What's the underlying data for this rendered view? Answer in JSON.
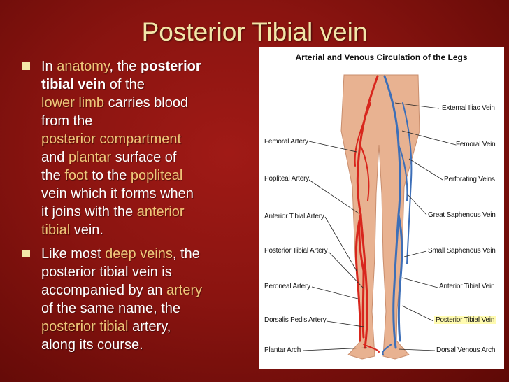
{
  "slide": {
    "title": "Posterior Tibial vein",
    "bullet1": {
      "t1": "In ",
      "t2": "anatomy",
      "t3": ", the ",
      "t4": "posterior",
      "t5": "tibial vein",
      "t6": " of the",
      "t7": "lower limb",
      "t8": " carries blood",
      "t9": "from the",
      "t10": "posterior compartment",
      "t11": " and ",
      "t12": "plantar",
      "t13": " surface of",
      "t14": "the ",
      "t15": "foot",
      "t16": " to the ",
      "t17": "popliteal",
      "t18": " vein which it forms when",
      "t19": "it joins with the ",
      "t20": "anterior",
      "t21": "tibial",
      "t22": " vein."
    },
    "bullet2": {
      "t1": "Like most ",
      "t2": "deep veins",
      "t3": ", the",
      "t4": "posterior tibial vein is",
      "t5": "accompanied by an ",
      "t6": "artery",
      "t7": " of the same name, the",
      "t8": "posterior tibial",
      "t9": " artery,",
      "t10": "along its course."
    }
  },
  "figure": {
    "title": "Arterial and Venous Circulation of the Legs",
    "labels_left": [
      "Femoral Artery",
      "Popliteal Artery",
      "Anterior Tibial Artery",
      "Posterior Tibial Artery",
      "Peroneal Artery",
      "Dorsalis Pedis Artery",
      "Plantar Arch"
    ],
    "labels_right": [
      "External Iliac Vein",
      "Femoral Vein",
      "Perforating Veins",
      "Great Saphenous Vein",
      "Small Saphenous Vein",
      "Anterior Tibial Vein",
      "Posterior Tibial Vein",
      "Dorsal Venous Arch"
    ]
  },
  "colors": {
    "background": "#8a1410",
    "title": "#f3e6a8",
    "hyperlink": "#f0c77a",
    "artery": "#d8261d",
    "vein": "#3d6fb8",
    "skin": "#e8b291",
    "highlight": "#fffbb0"
  }
}
